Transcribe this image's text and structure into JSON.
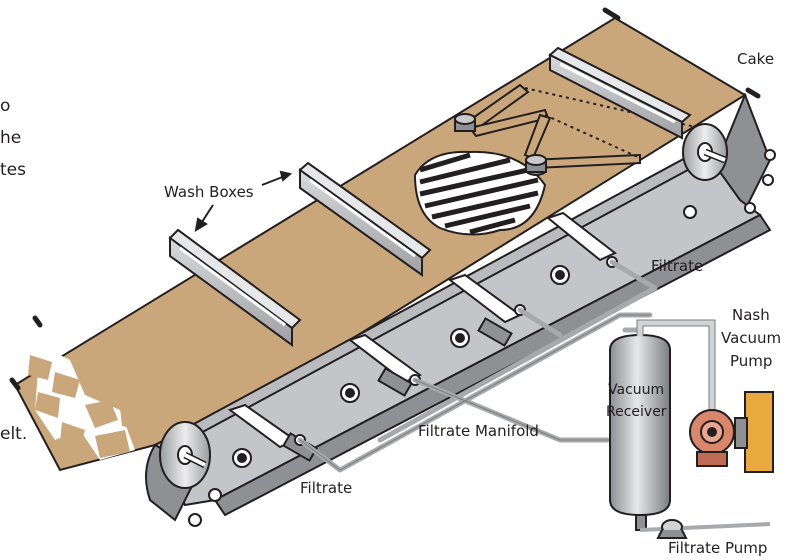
{
  "labels": {
    "cake": "Cake",
    "wash_boxes": "Wash Boxes",
    "filtrate_right": "Filtrate",
    "nash_vacuum_pump_line1": "Nash",
    "nash_vacuum_pump_line2": "Vacuum",
    "nash_vacuum_pump_line3": "Pump",
    "vacuum_receiver_line1": "Vacuum",
    "vacuum_receiver_line2": "Receiver",
    "filtrate_manifold": "Filtrate Manifold",
    "filtrate_bottom": "Filtrate",
    "filtrate_pump": "Filtrate Pump"
  },
  "cropped_text": {
    "line1": "o",
    "line2": "he",
    "line3": "tes",
    "line4": "elt."
  },
  "colors": {
    "cake": "#c9a77a",
    "belt_gray": "#b9bbbe",
    "frame_gray": "#8e9094",
    "pipe_gray": "#a7a9ac",
    "motor_copper": "#d9866b",
    "motor_base": "#e9a93e"
  }
}
